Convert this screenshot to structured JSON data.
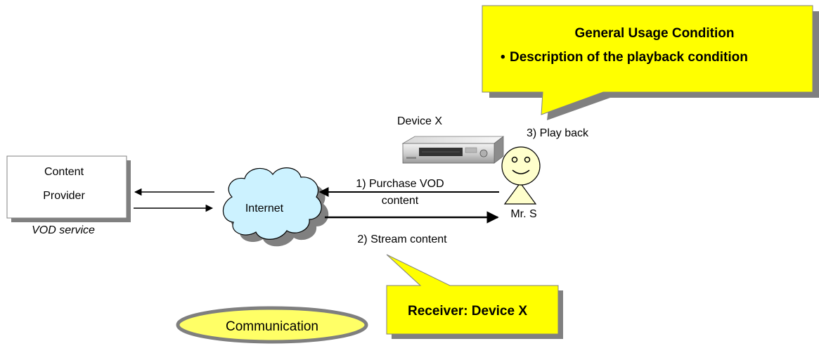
{
  "provider": {
    "line1": "Content",
    "line2": "Provider",
    "caption": "VOD service"
  },
  "cloud": {
    "label": "Internet"
  },
  "device": {
    "title": "Device X"
  },
  "person": {
    "name": "Mr. S"
  },
  "steps": {
    "purchase_line1": "1) Purchase VOD",
    "purchase_line2": "content",
    "stream": "2) Stream content",
    "playback": "3) Play back"
  },
  "callout_top": {
    "title": "General Usage Condition",
    "bullet_symbol": "•",
    "bullet": "Description of the playback condition"
  },
  "callout_bottom": {
    "text": "Receiver: Device X"
  },
  "badge": {
    "label": "Communication"
  },
  "colors": {
    "callout_fill": "#ffff00",
    "badge_fill": "#ffff66",
    "badge_stroke": "#7f7f7f",
    "cloud_fill": "#ccf2ff",
    "person_fill": "#ffffcc",
    "shadow": "#808080"
  }
}
